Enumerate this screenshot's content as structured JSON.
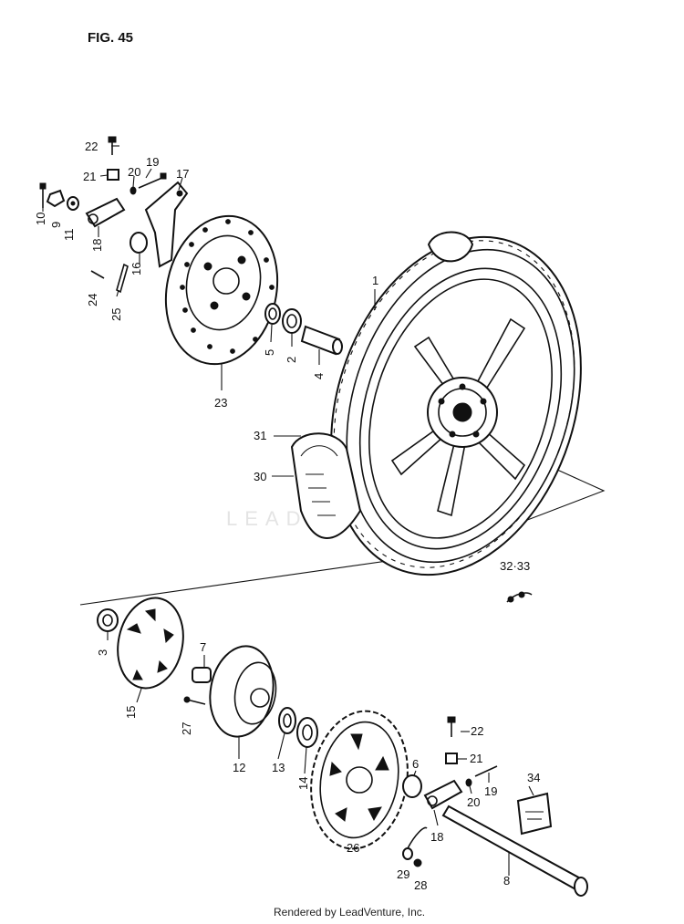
{
  "figure_title": "FIG. 45",
  "watermark": "LEADVENTURE",
  "footer": "Rendered by LeadVenture, Inc.",
  "callouts": {
    "p1": "1",
    "p2": "2",
    "p3": "3",
    "p4": "4",
    "p5": "5",
    "p6": "6",
    "p7": "7",
    "p8": "8",
    "p9": "9",
    "p10": "10",
    "p11": "11",
    "p12": "12",
    "p13": "13",
    "p14": "14",
    "p15": "15",
    "p16": "16",
    "p17": "17",
    "p18a": "18",
    "p18b": "18",
    "p19a": "19",
    "p19b": "19",
    "p20a": "20",
    "p20b": "20",
    "p21a": "21",
    "p21b": "21",
    "p22a": "22",
    "p22b": "22",
    "p23": "23",
    "p24": "24",
    "p25": "25",
    "p26": "26",
    "p27": "27",
    "p28": "28",
    "p29": "29",
    "p30": "30",
    "p31": "31",
    "p3233": "32·33",
    "p34": "34"
  }
}
